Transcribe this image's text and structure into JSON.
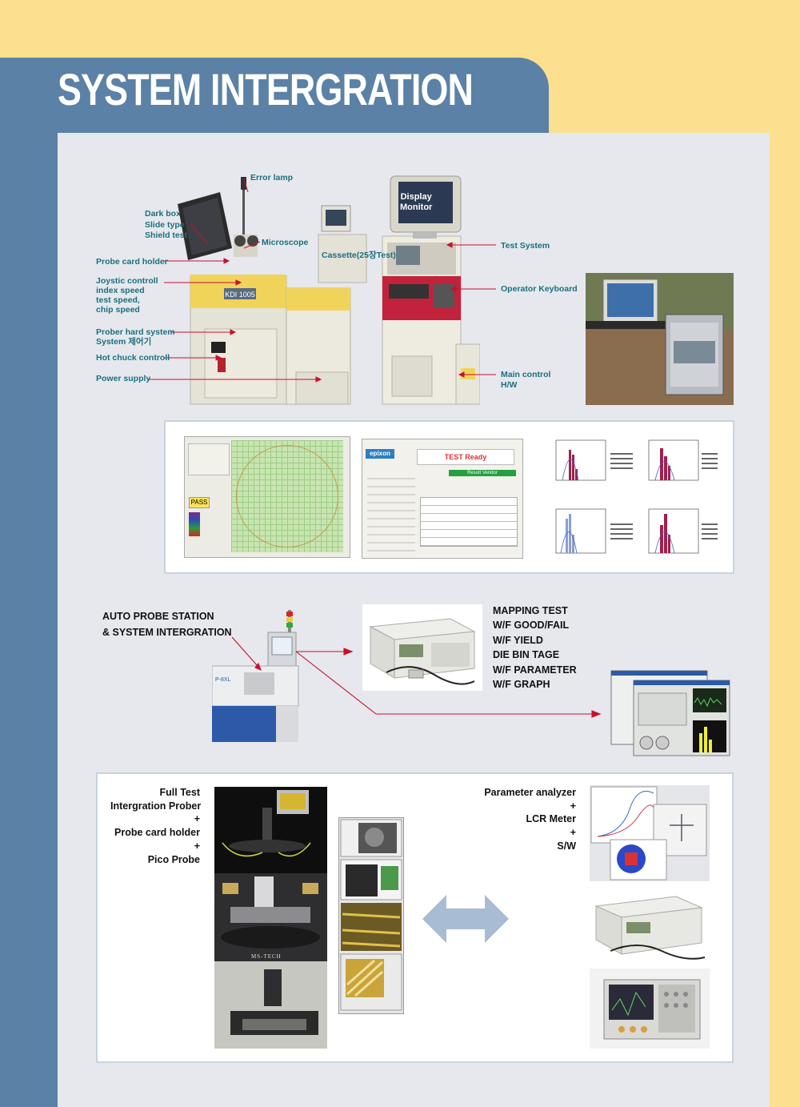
{
  "header": {
    "title": "SYSTEM INTERGRATION"
  },
  "prober_diagram": {
    "display_monitor": "Display\nMonitor",
    "left_labels": [
      "Error lamp",
      "Dark box\nSlide type\nShield test",
      "Microscope",
      "Probe card holder",
      "Joystic controll\nindex speed\ntest speed,\nchip speed",
      "Prober hard system\nSystem 제어기",
      "Hot chuck controll",
      "Power supply"
    ],
    "right_labels": [
      "Cassette(25장Test)",
      "Test System",
      "Operator Keyboard",
      "Main control\nH/W"
    ],
    "machine_plate": "KDI 1005"
  },
  "screens": {
    "wafer_pass": "PASS",
    "epixon_logo": "epixon",
    "test_status": "TEST Ready",
    "result_header": "Result   Vendor"
  },
  "auto_probe": {
    "title": "AUTO PROBE STATION\n& SYSTEM INTERGRATION",
    "features": [
      "MAPPING TEST",
      "W/F GOOD/FAIL",
      "W/F YIELD",
      "DIE BIN TAGE",
      "W/F PARAMETER",
      "W/F GRAPH"
    ],
    "machine_badge": "P-8XL"
  },
  "full_test": {
    "left_text": "Full Test\nIntergration Prober\n+\nProbe card holder\n+\nPico Probe",
    "right_text": "Parameter analyzer\n+\nLCR Meter\n+\nS/W",
    "station_brand": "MS-TECH"
  },
  "colors": {
    "band": "#5b81a6",
    "background": "#fde08f",
    "panel": "#e6e8ed",
    "label": "#1c6f80",
    "arrow": "#c8102e",
    "double_arrow": "#a8bcd4"
  }
}
